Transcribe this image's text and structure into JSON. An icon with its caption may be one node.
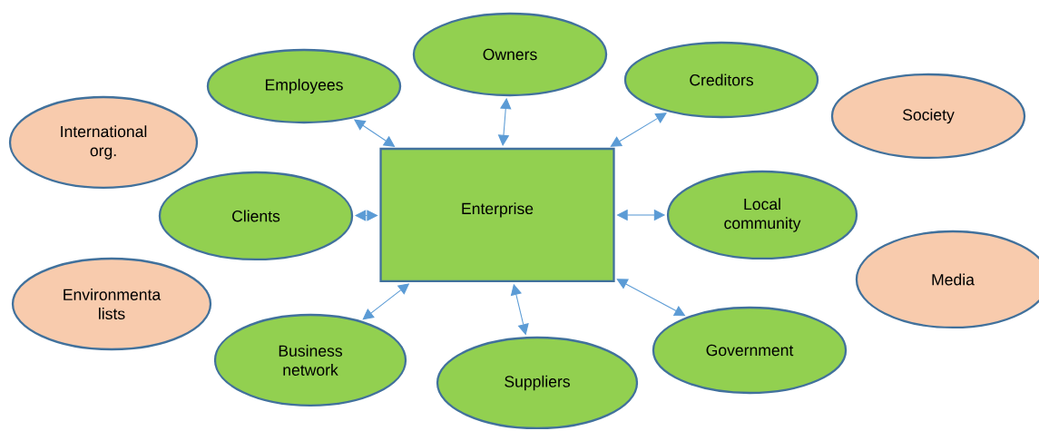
{
  "diagram": {
    "nodes": [
      {
        "text": [
          "Owners"
        ]
      },
      {
        "text": [
          "Employees"
        ]
      },
      {
        "text": [
          "Creditors"
        ]
      },
      {
        "text": [
          "Society"
        ]
      },
      {
        "text": [
          "International org."
        ]
      },
      {
        "text": [
          "Enterprise"
        ]
      },
      {
        "text": [
          "Clients"
        ]
      },
      {
        "text": [
          "Local community"
        ]
      },
      {
        "text": [
          "Media"
        ]
      },
      {
        "text": [
          "Environmenta lists"
        ]
      },
      {
        "text": [
          "Business network"
        ]
      },
      {
        "text": [
          "Government"
        ]
      },
      {
        "text": [
          "Suppliers"
        ]
      }
    ],
    "edges": [
      {
        "from": 5,
        "to": 0,
        "arrow": "both"
      },
      {
        "from": 5,
        "to": 1,
        "arrow": "both"
      },
      {
        "from": 5,
        "to": 2,
        "arrow": "both"
      },
      {
        "from": 5,
        "to": 6,
        "arrow": "both"
      },
      {
        "from": 5,
        "to": 7,
        "arrow": "both"
      },
      {
        "from": 5,
        "to": 10,
        "arrow": "both"
      },
      {
        "from": 5,
        "to": 11,
        "arrow": "both"
      },
      {
        "from": 5,
        "to": 12,
        "arrow": "both"
      }
    ]
  }
}
